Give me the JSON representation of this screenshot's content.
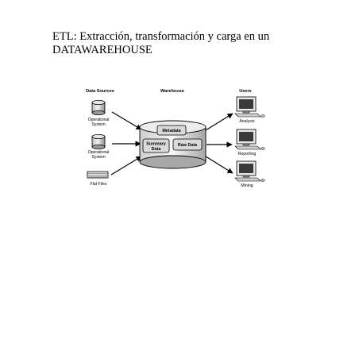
{
  "document": {
    "title_line1": "ETL: Extracción, transformación y carga en un",
    "title_line2": "DATAWAREHOUSE"
  },
  "diagram": {
    "columns": {
      "sources": "Data Sources",
      "warehouse": "Warehouse",
      "users": "Users"
    },
    "sources": [
      {
        "label_line1": "Operational",
        "label_line2": "System",
        "icon": "database-cylinder-icon"
      },
      {
        "label_line1": "Operational",
        "label_line2": "System",
        "icon": "database-cylinder-icon"
      },
      {
        "label_line1": "Flat Files",
        "label_line2": "",
        "icon": "flat-file-icon"
      }
    ],
    "warehouse": {
      "metadata": "Metadata",
      "summary_line1": "Summary",
      "summary_line2": "Data",
      "raw_data": "Raw Data"
    },
    "users": [
      {
        "label": "Analysis",
        "icon": "computer-workstation-icon"
      },
      {
        "label": "Reporting",
        "icon": "computer-workstation-icon"
      },
      {
        "label": "Mining",
        "icon": "computer-workstation-icon"
      }
    ]
  }
}
